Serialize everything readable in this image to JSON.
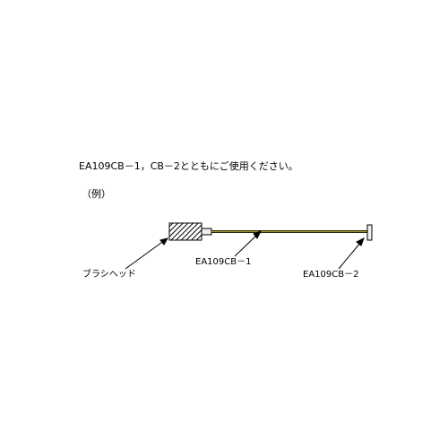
{
  "instruction": "EA109CB－1，CB－2とともにご使用ください。",
  "example_label": "（例）",
  "labels": {
    "brush_head": "ブラシヘッド",
    "cb1": "EA109CB－1",
    "cb2": "EA109CB－2"
  },
  "colors": {
    "rod": "#a09a2a",
    "outline": "#000000",
    "hatch": "#000000",
    "grip": "#dddddd"
  }
}
